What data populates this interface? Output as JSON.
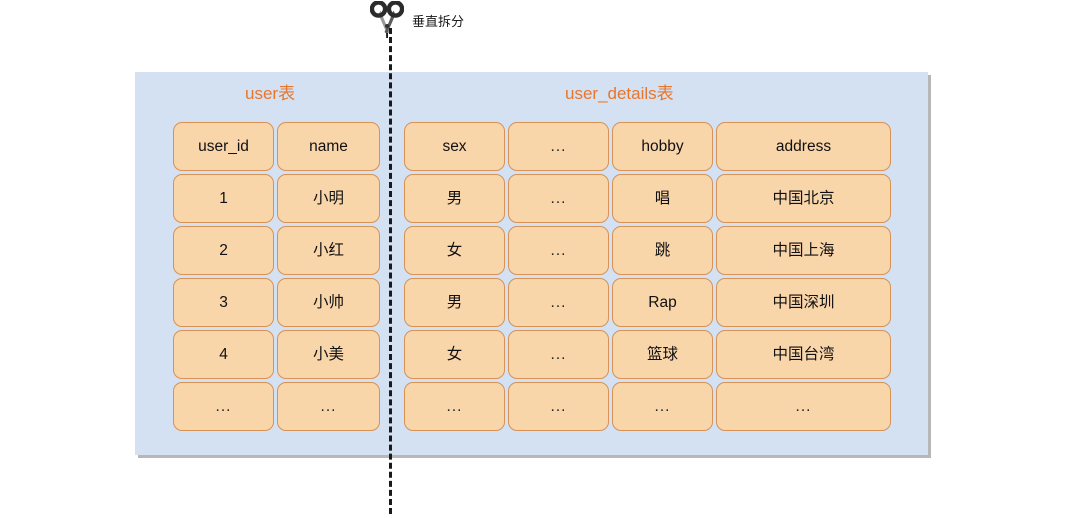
{
  "annotation": {
    "icon": "scissors-icon",
    "caption": "垂直拆分"
  },
  "colors": {
    "panel_background": "#d4e1f2",
    "cell_fill": "#f9d5aa",
    "cell_border": "#d79255",
    "title_text": "#e8762c",
    "divider": "#1a1a1a"
  },
  "tables": [
    {
      "id": "user",
      "title": "user表",
      "columns": [
        "user_id",
        "name"
      ],
      "rows": [
        [
          "1",
          "小明"
        ],
        [
          "2",
          "小红"
        ],
        [
          "3",
          "小帅"
        ],
        [
          "4",
          "小美"
        ],
        [
          "...",
          "..."
        ]
      ]
    },
    {
      "id": "user_details",
      "title": "user_details表",
      "columns": [
        "sex",
        "...",
        "hobby",
        "address"
      ],
      "rows": [
        [
          "男",
          "...",
          "唱",
          "中国北京"
        ],
        [
          "女",
          "...",
          "跳",
          "中国上海"
        ],
        [
          "男",
          "...",
          "Rap",
          "中国深圳"
        ],
        [
          "女",
          "...",
          "篮球",
          "中国台湾"
        ],
        [
          "...",
          "...",
          "...",
          "..."
        ]
      ]
    }
  ]
}
